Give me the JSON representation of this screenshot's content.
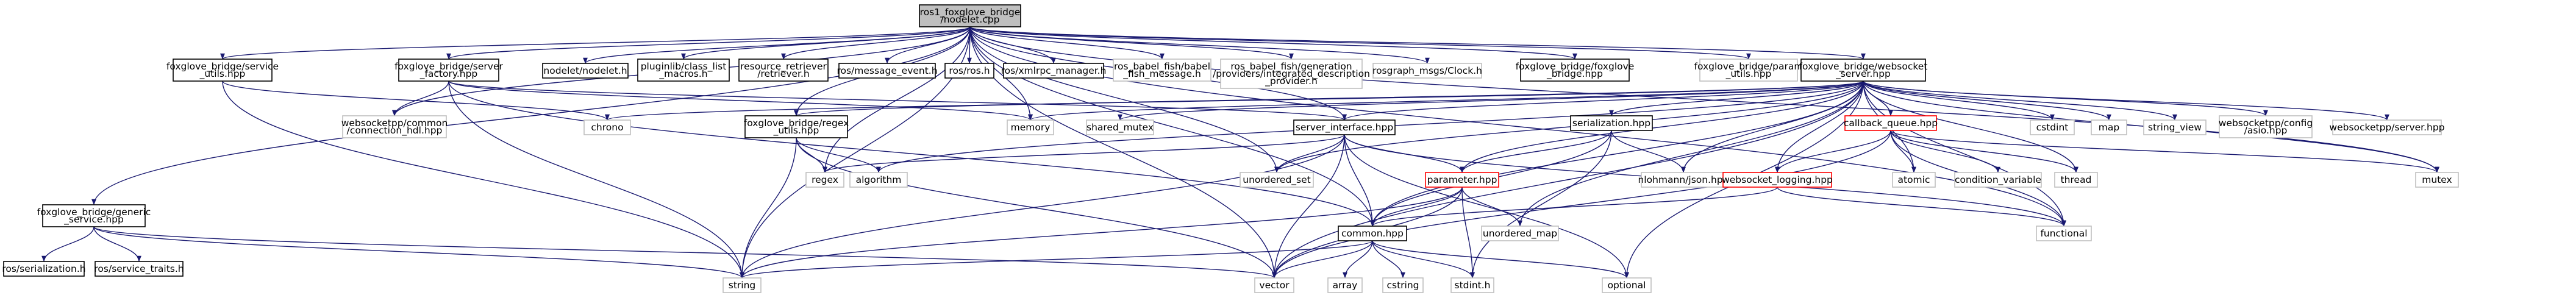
{
  "graph": {
    "colors": {
      "root_fill": "#bfbfbf",
      "node_fill": "#ffffff",
      "boxed_stroke": "#000000",
      "external_stroke": "#bfbfbf",
      "highlight_stroke": "#ff0000",
      "text": "#000000",
      "edge": "#191970"
    },
    "nodes": [
      {
        "id": "root",
        "lines": [
          "ros1_foxglove_bridge",
          "/nodelet.cpp"
        ],
        "style": "root"
      },
      {
        "id": "svc_utils",
        "lines": [
          "foxglove_bridge/service",
          "_utils.hpp"
        ],
        "style": "boxed"
      },
      {
        "id": "server_factory",
        "lines": [
          "foxglove_bridge/server",
          "_factory.hpp"
        ],
        "style": "boxed"
      },
      {
        "id": "nodelet_h",
        "lines": [
          "nodelet/nodelet.h"
        ],
        "style": "boxed"
      },
      {
        "id": "pluginlib",
        "lines": [
          "pluginlib/class_list",
          "_macros.h"
        ],
        "style": "boxed"
      },
      {
        "id": "resource_retriever",
        "lines": [
          "resource_retriever",
          "/retriever.h"
        ],
        "style": "boxed"
      },
      {
        "id": "ros_message_event",
        "lines": [
          "ros/message_event.h"
        ],
        "style": "boxed"
      },
      {
        "id": "ros_ros",
        "lines": [
          "ros/ros.h"
        ],
        "style": "boxed"
      },
      {
        "id": "ros_xmlrpc",
        "lines": [
          "ros/xmlrpc_manager.h"
        ],
        "style": "boxed"
      },
      {
        "id": "babel_fish_message",
        "lines": [
          "ros_babel_fish/babel",
          "_fish_message.h"
        ],
        "style": "external"
      },
      {
        "id": "babel_fish_generation",
        "lines": [
          "ros_babel_fish/generation",
          "/providers/integrated_description",
          "_provider.h"
        ],
        "style": "external"
      },
      {
        "id": "rosgraph_clock",
        "lines": [
          "rosgraph_msgs/Clock.h"
        ],
        "style": "external"
      },
      {
        "id": "foxglove_bridge_hpp",
        "lines": [
          "foxglove_bridge/foxglove",
          "_bridge.hpp"
        ],
        "style": "boxed"
      },
      {
        "id": "param_utils",
        "lines": [
          "foxglove_bridge/param",
          "_utils.hpp"
        ],
        "style": "external"
      },
      {
        "id": "ws_server",
        "lines": [
          "foxglove_bridge/websocket",
          "_server.hpp"
        ],
        "style": "boxed"
      },
      {
        "id": "generic_service",
        "lines": [
          "foxglove_bridge/generic",
          "_service.hpp"
        ],
        "style": "boxed"
      },
      {
        "id": "ros_serialization",
        "lines": [
          "ros/serialization.h"
        ],
        "style": "boxed"
      },
      {
        "id": "ros_service_traits",
        "lines": [
          "ros/service_traits.h"
        ],
        "style": "boxed"
      },
      {
        "id": "wspp_connection_hdl",
        "lines": [
          "websocketpp/common",
          "/connection_hdl.hpp"
        ],
        "style": "external"
      },
      {
        "id": "chrono",
        "lines": [
          "chrono"
        ],
        "style": "external"
      },
      {
        "id": "regex_utils",
        "lines": [
          "foxglove_bridge/regex",
          "_utils.hpp"
        ],
        "style": "boxed"
      },
      {
        "id": "memory",
        "lines": [
          "memory"
        ],
        "style": "external"
      },
      {
        "id": "shared_mutex",
        "lines": [
          "shared_mutex"
        ],
        "style": "external"
      },
      {
        "id": "server_interface",
        "lines": [
          "server_interface.hpp"
        ],
        "style": "boxed"
      },
      {
        "id": "serialization_hpp",
        "lines": [
          "serialization.hpp"
        ],
        "style": "boxed"
      },
      {
        "id": "callback_queue",
        "lines": [
          "callback_queue.hpp"
        ],
        "style": "highlight"
      },
      {
        "id": "cstdint",
        "lines": [
          "cstdint"
        ],
        "style": "external"
      },
      {
        "id": "map",
        "lines": [
          "map"
        ],
        "style": "external"
      },
      {
        "id": "string_view",
        "lines": [
          "string_view"
        ],
        "style": "external"
      },
      {
        "id": "wspp_asio",
        "lines": [
          "websocketpp/config",
          "/asio.hpp"
        ],
        "style": "external"
      },
      {
        "id": "wspp_server",
        "lines": [
          "websocketpp/server.hpp"
        ],
        "style": "external"
      },
      {
        "id": "regex",
        "lines": [
          "regex"
        ],
        "style": "external"
      },
      {
        "id": "algorithm",
        "lines": [
          "algorithm"
        ],
        "style": "external"
      },
      {
        "id": "unordered_set",
        "lines": [
          "unordered_set"
        ],
        "style": "external"
      },
      {
        "id": "parameter_hpp",
        "lines": [
          "parameter.hpp"
        ],
        "style": "highlight"
      },
      {
        "id": "nlohmann_json",
        "lines": [
          "nlohmann/json.hpp"
        ],
        "style": "external"
      },
      {
        "id": "websocket_logging",
        "lines": [
          "websocket_logging.hpp"
        ],
        "style": "highlight"
      },
      {
        "id": "atomic",
        "lines": [
          "atomic"
        ],
        "style": "external"
      },
      {
        "id": "condition_variable",
        "lines": [
          "condition_variable"
        ],
        "style": "external"
      },
      {
        "id": "thread",
        "lines": [
          "thread"
        ],
        "style": "external"
      },
      {
        "id": "mutex",
        "lines": [
          "mutex"
        ],
        "style": "external"
      },
      {
        "id": "common_hpp",
        "lines": [
          "common.hpp"
        ],
        "style": "boxed"
      },
      {
        "id": "unordered_map",
        "lines": [
          "unordered_map"
        ],
        "style": "external"
      },
      {
        "id": "functional",
        "lines": [
          "functional"
        ],
        "style": "external"
      },
      {
        "id": "string",
        "lines": [
          "string"
        ],
        "style": "external"
      },
      {
        "id": "vector",
        "lines": [
          "vector"
        ],
        "style": "external"
      },
      {
        "id": "array",
        "lines": [
          "array"
        ],
        "style": "external"
      },
      {
        "id": "cstring",
        "lines": [
          "cstring"
        ],
        "style": "external"
      },
      {
        "id": "stdint_h",
        "lines": [
          "stdint.h"
        ],
        "style": "external"
      },
      {
        "id": "optional",
        "lines": [
          "optional"
        ],
        "style": "external"
      }
    ],
    "edges": [
      [
        "root",
        "svc_utils"
      ],
      [
        "root",
        "server_factory"
      ],
      [
        "root",
        "nodelet_h"
      ],
      [
        "root",
        "pluginlib"
      ],
      [
        "root",
        "resource_retriever"
      ],
      [
        "root",
        "ros_message_event"
      ],
      [
        "root",
        "ros_ros"
      ],
      [
        "root",
        "ros_xmlrpc"
      ],
      [
        "root",
        "babel_fish_message"
      ],
      [
        "root",
        "babel_fish_generation"
      ],
      [
        "root",
        "rosgraph_clock"
      ],
      [
        "root",
        "foxglove_bridge_hpp"
      ],
      [
        "root",
        "param_utils"
      ],
      [
        "root",
        "ws_server"
      ],
      [
        "root",
        "generic_service"
      ],
      [
        "root",
        "wspp_connection_hdl"
      ],
      [
        "root",
        "regex_utils"
      ],
      [
        "root",
        "memory"
      ],
      [
        "root",
        "server_interface"
      ],
      [
        "root",
        "regex"
      ],
      [
        "root",
        "string"
      ],
      [
        "root",
        "unordered_set"
      ],
      [
        "root",
        "mutex"
      ],
      [
        "root",
        "functional"
      ],
      [
        "root",
        "vector"
      ],
      [
        "root",
        "common_hpp"
      ],
      [
        "svc_utils",
        "chrono"
      ],
      [
        "svc_utils",
        "string"
      ],
      [
        "server_factory",
        "wspp_connection_hdl"
      ],
      [
        "server_factory",
        "memory"
      ],
      [
        "server_factory",
        "string"
      ],
      [
        "server_factory",
        "server_interface"
      ],
      [
        "server_factory",
        "common_hpp"
      ],
      [
        "generic_service",
        "ros_serialization"
      ],
      [
        "generic_service",
        "ros_service_traits"
      ],
      [
        "generic_service",
        "string"
      ],
      [
        "generic_service",
        "vector"
      ],
      [
        "regex_utils",
        "algorithm"
      ],
      [
        "regex_utils",
        "regex"
      ],
      [
        "regex_utils",
        "string"
      ],
      [
        "regex_utils",
        "vector"
      ],
      [
        "ws_server",
        "chrono"
      ],
      [
        "ws_server",
        "memory"
      ],
      [
        "ws_server",
        "shared_mutex"
      ],
      [
        "ws_server",
        "server_interface"
      ],
      [
        "ws_server",
        "serialization_hpp"
      ],
      [
        "ws_server",
        "callback_queue"
      ],
      [
        "ws_server",
        "cstdint"
      ],
      [
        "ws_server",
        "map"
      ],
      [
        "ws_server",
        "string_view"
      ],
      [
        "ws_server",
        "wspp_asio"
      ],
      [
        "ws_server",
        "wspp_server"
      ],
      [
        "ws_server",
        "regex_utils"
      ],
      [
        "ws_server",
        "parameter_hpp"
      ],
      [
        "ws_server",
        "nlohmann_json"
      ],
      [
        "ws_server",
        "websocket_logging"
      ],
      [
        "ws_server",
        "atomic"
      ],
      [
        "ws_server",
        "thread"
      ],
      [
        "ws_server",
        "mutex"
      ],
      [
        "ws_server",
        "common_hpp"
      ],
      [
        "ws_server",
        "unordered_map"
      ],
      [
        "ws_server",
        "unordered_set"
      ],
      [
        "ws_server",
        "functional"
      ],
      [
        "ws_server",
        "vector"
      ],
      [
        "ws_server",
        "optional"
      ],
      [
        "ws_server",
        "algorithm"
      ],
      [
        "server_interface",
        "regex"
      ],
      [
        "server_interface",
        "unordered_set"
      ],
      [
        "server_interface",
        "parameter_hpp"
      ],
      [
        "server_interface",
        "common_hpp"
      ],
      [
        "server_interface",
        "functional"
      ],
      [
        "server_interface",
        "optional"
      ],
      [
        "server_interface",
        "string"
      ],
      [
        "server_interface",
        "vector"
      ],
      [
        "serialization_hpp",
        "nlohmann_json"
      ],
      [
        "serialization_hpp",
        "parameter_hpp"
      ],
      [
        "serialization_hpp",
        "common_hpp"
      ],
      [
        "serialization_hpp",
        "stdint_h"
      ],
      [
        "callback_queue",
        "websocket_logging"
      ],
      [
        "callback_queue",
        "atomic"
      ],
      [
        "callback_queue",
        "condition_variable"
      ],
      [
        "callback_queue",
        "thread"
      ],
      [
        "callback_queue",
        "mutex"
      ],
      [
        "callback_queue",
        "functional"
      ],
      [
        "callback_queue",
        "vector"
      ],
      [
        "websocket_logging",
        "common_hpp"
      ],
      [
        "websocket_logging",
        "functional"
      ],
      [
        "parameter_hpp",
        "stdint_h"
      ],
      [
        "parameter_hpp",
        "string"
      ],
      [
        "parameter_hpp",
        "unordered_map"
      ],
      [
        "parameter_hpp",
        "vector"
      ],
      [
        "parameter_hpp",
        "common_hpp"
      ],
      [
        "common_hpp",
        "array"
      ],
      [
        "common_hpp",
        "cstring"
      ],
      [
        "common_hpp",
        "optional"
      ],
      [
        "common_hpp",
        "stdint_h"
      ],
      [
        "common_hpp",
        "string"
      ],
      [
        "common_hpp",
        "vector"
      ]
    ]
  }
}
